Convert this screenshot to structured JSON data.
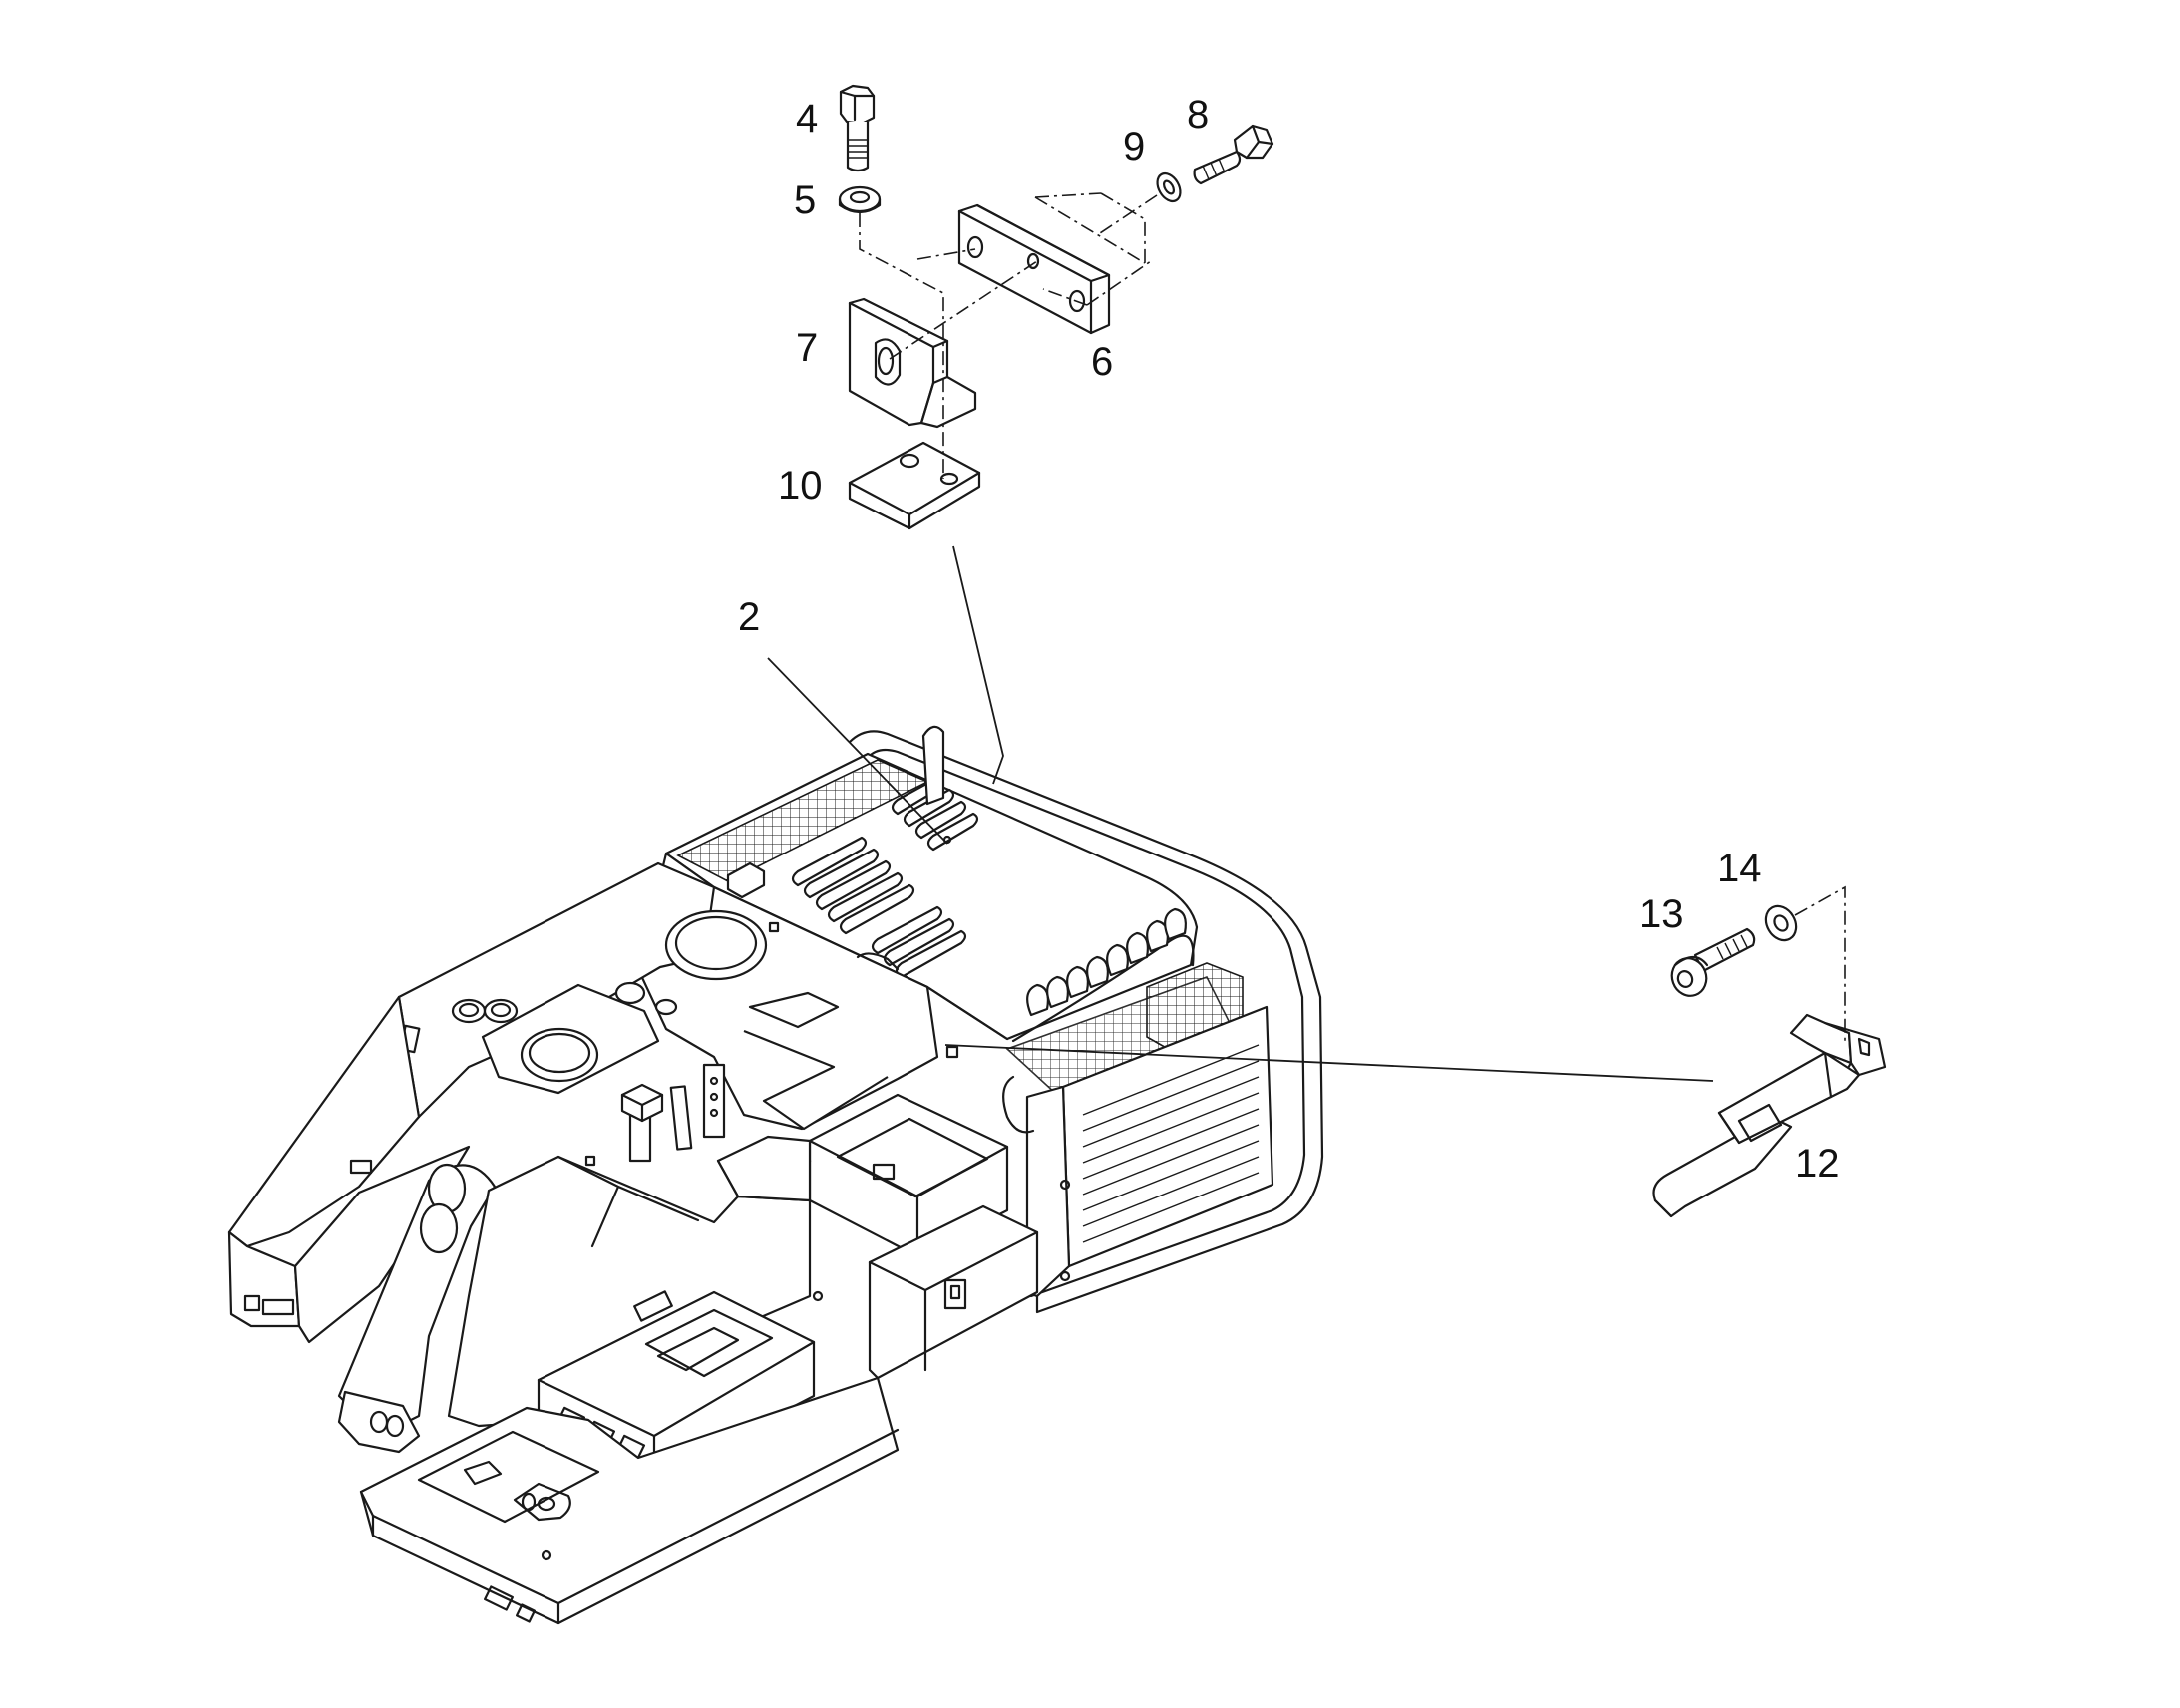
{
  "callouts": {
    "c2": "2",
    "c4": "4",
    "c5": "5",
    "c6": "6",
    "c7": "7",
    "c8": "8",
    "c9": "9",
    "c10": "10",
    "c12": "12",
    "c13": "13",
    "c14": "14"
  }
}
